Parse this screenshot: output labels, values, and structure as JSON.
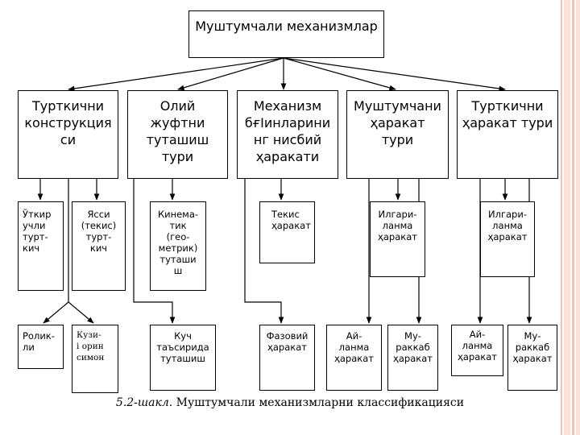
{
  "root": "Муштумчали механизмлар",
  "level1": [
    "Турткични\nконструкция\nси",
    "Олий\nжуфтни\nтуташиш\nтури",
    "Механизм\nбғІинларини\nнг нисбий\nҳаракати",
    "Муштумчани\nҳаракат\nтури",
    "Турткични\nҳаракат тури"
  ],
  "level2": [
    "Ўткир\nучли\nтурт-\nкич",
    "Ясси\n(текис)\nтурт-\nкич",
    "Кинема-\nтик\n(гео-\nметрик)\nтуташи\nш",
    "Текис\nҳаракат",
    "Илгари-\nланма\nҳаракат",
    "Илгари-\nланма\nҳаракат"
  ],
  "level3": [
    "Ролик-\nли",
    "Кузи-\nі орин\nсимон",
    "Куч\nтаъсирида\nтуташиш",
    "Фазовий\nҳаракат",
    "Ай-\nланма\nҳаракат",
    "Му-\nраккаб\nҳаракат",
    "Ай-\nланма\nҳаракат",
    "Му-\nраккаб\nҳаракат"
  ],
  "caption_italic": "5.2-шакл.",
  "caption_text": " Муштумчали механизмларни классификацияси",
  "colors": {
    "stripe_light": "#fbe3d8",
    "stripe_mid": "#f6c3ad",
    "line": "#000000"
  }
}
